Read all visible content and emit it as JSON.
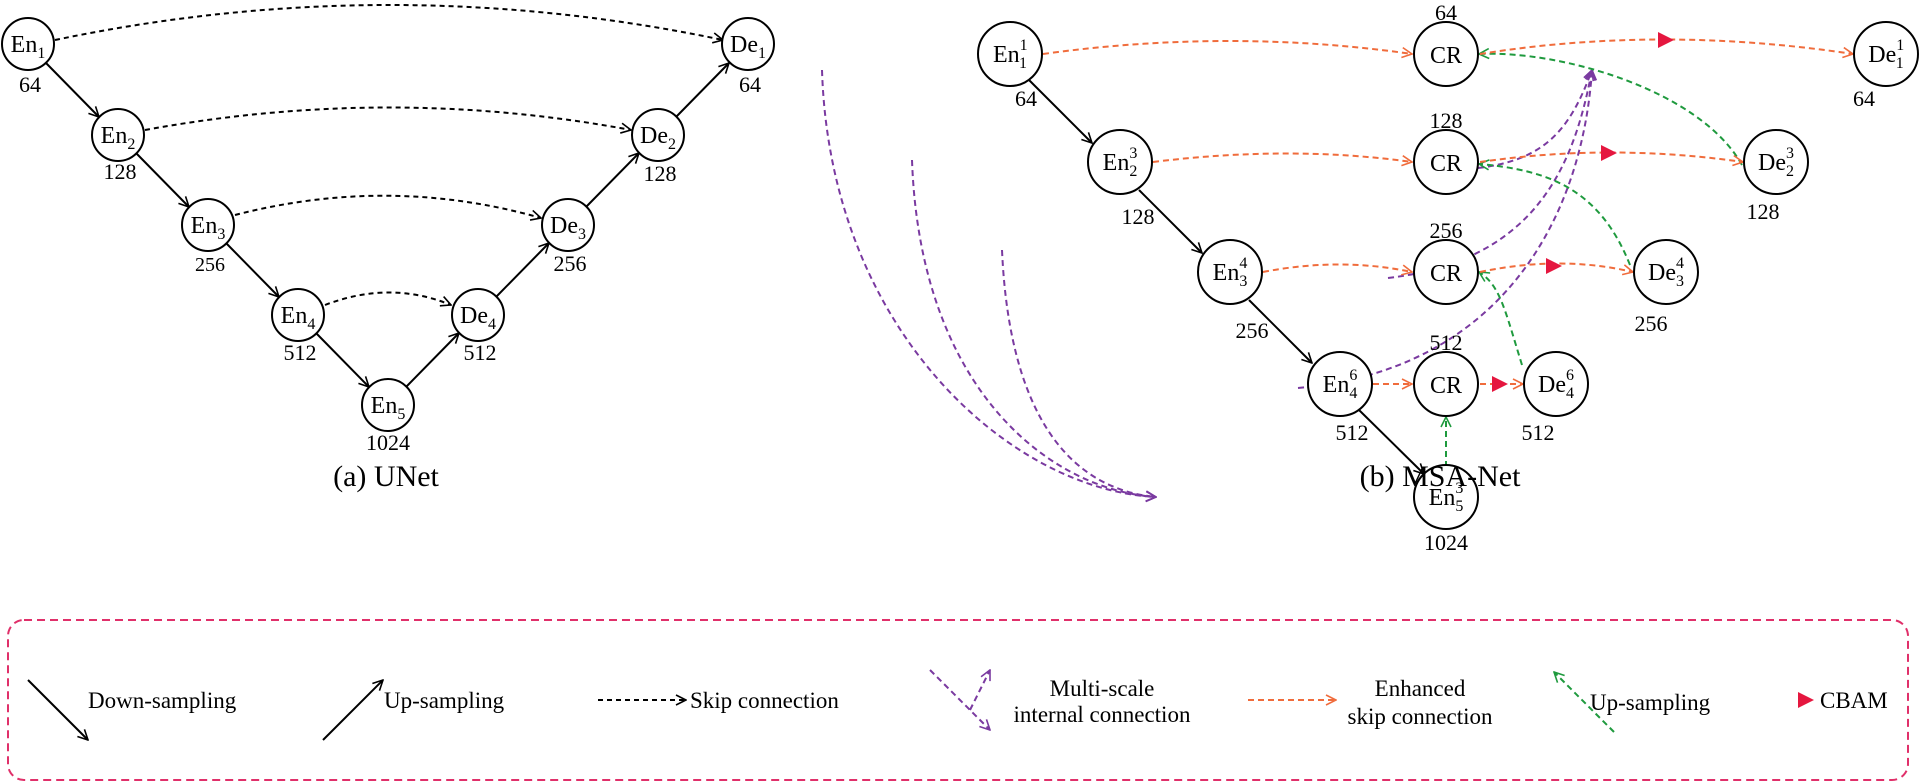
{
  "colors": {
    "black": "#000000",
    "orange": "#f06c3c",
    "green": "#1f9a3e",
    "purple": "#7a3aa0",
    "red": "#e5173f",
    "legend_border": "#e0306a"
  },
  "unet": {
    "caption": "(a) UNet",
    "nodes": [
      {
        "base": "En",
        "sub": "1",
        "sup": "",
        "size": "64"
      },
      {
        "base": "En",
        "sub": "2",
        "sup": "",
        "size": "128"
      },
      {
        "base": "En",
        "sub": "3",
        "sup": "",
        "size": "256"
      },
      {
        "base": "En",
        "sub": "4",
        "sup": "",
        "size": "512"
      },
      {
        "base": "En",
        "sub": "5",
        "sup": "",
        "size": "1024"
      },
      {
        "base": "De",
        "sub": "4",
        "sup": "",
        "size": "512"
      },
      {
        "base": "De",
        "sub": "3",
        "sup": "",
        "size": "256"
      },
      {
        "base": "De",
        "sub": "2",
        "sup": "",
        "size": "128"
      },
      {
        "base": "De",
        "sub": "1",
        "sup": "",
        "size": "64"
      }
    ]
  },
  "msanet": {
    "caption": "(b) MSA-Net",
    "nodes": [
      {
        "base": "En",
        "sub": "1",
        "sup": "1",
        "size": "64"
      },
      {
        "base": "En",
        "sub": "2",
        "sup": "3",
        "size": "128"
      },
      {
        "base": "En",
        "sub": "3",
        "sup": "4",
        "size": "256"
      },
      {
        "base": "En",
        "sub": "4",
        "sup": "6",
        "size": "512"
      },
      {
        "base": "En",
        "sub": "5",
        "sup": "3",
        "size": "1024"
      },
      {
        "base": "CR",
        "sub": "",
        "sup": "",
        "size": "64"
      },
      {
        "base": "CR",
        "sub": "",
        "sup": "",
        "size": "128"
      },
      {
        "base": "CR",
        "sub": "",
        "sup": "",
        "size": "256"
      },
      {
        "base": "CR",
        "sub": "",
        "sup": "",
        "size": "512"
      },
      {
        "base": "De",
        "sub": "1",
        "sup": "1",
        "size": "64"
      },
      {
        "base": "De",
        "sub": "2",
        "sup": "3",
        "size": "128"
      },
      {
        "base": "De",
        "sub": "3",
        "sup": "4",
        "size": "256"
      },
      {
        "base": "De",
        "sub": "4",
        "sup": "6",
        "size": "512"
      }
    ]
  },
  "legend": {
    "down_sampling": "Down-sampling",
    "up_sampling": "Up-sampling",
    "skip_connection": "Skip connection",
    "multi_scale_line1": "Multi-scale",
    "multi_scale_line2": "internal connection",
    "enhanced_line1": "Enhanced",
    "enhanced_line2": "skip connection",
    "up_sampling_green": "Up-sampling",
    "cbam": "CBAM"
  }
}
